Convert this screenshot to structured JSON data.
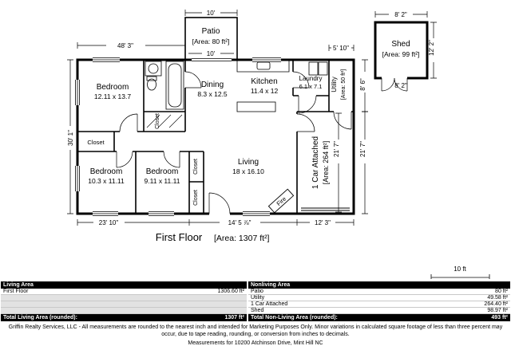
{
  "plan": {
    "title": "First Floor",
    "title_area": "[Area: 1307 ft²]",
    "scale_label": "10 ft",
    "rooms": {
      "patio_name": "Patio",
      "patio_area": "[Area: 80 ft²]",
      "shed_name": "Shed",
      "shed_area": "[Area: 99 ft²]",
      "bedroom1_name": "Bedroom",
      "bedroom1_dims": "12.11 x 13.7",
      "dining_name": "Dining",
      "dining_dims": "8.3 x 12.5",
      "kitchen_name": "Kitchen",
      "kitchen_dims": "11.4 x 12",
      "laundry_name": "Laundry",
      "laundry_dims": "6.1 x 7.1",
      "utility_name": "Utility",
      "utility_area": "[Area: 50 ft²]",
      "bedroom2_name": "Bedroom",
      "bedroom2_dims": "10.3 x 11.11",
      "bedroom3_name": "Bedroom",
      "bedroom3_dims": "9.11 x 11.11",
      "living_name": "Living",
      "living_dims": "18 x 16.10",
      "garage_name": "1 Car Attached",
      "garage_area": "[Area: 264 ft²]",
      "fireplace_label": "Fire",
      "closet_label": "Closet"
    },
    "dims": {
      "house_top": "48' 3\"",
      "patio_width_top": "10'",
      "patio_width_bottom": "10'",
      "utility_width": "5' 10\"",
      "utility_depth": "8' 6\"",
      "house_left": "30' 1\"",
      "garage_height_inner": "21' 7\"",
      "garage_height_outer": "21' 7\"",
      "bottom_left": "23' 10\"",
      "bottom_mid": "14' 5 ⅞\"",
      "garage_width": "12' 3\"",
      "shed_width_top": "8' 2\"",
      "shed_width_bottom": "8' 2\"",
      "shed_depth": "12' 2\""
    }
  },
  "table": {
    "living_header": "Living Area",
    "nonliving_header": "Nonliving Area",
    "living_rows": [
      {
        "label": "First Floor",
        "value": "1306.60 ft²"
      }
    ],
    "nonliving_rows": [
      {
        "label": "Patio",
        "value": "80 ft²"
      },
      {
        "label": "Utility",
        "value": "49.58 ft²"
      },
      {
        "label": "1 Car Attached",
        "value": "264.40 ft²"
      },
      {
        "label": "Shed",
        "value": "98.97 ft²"
      }
    ],
    "total_living_label": "Total Living Area (rounded):",
    "total_living_value": "1307 ft²",
    "total_nonliving_label": "Total Non-Living Area (rounded):",
    "total_nonliving_value": "493 ft²"
  },
  "footer": {
    "disclaimer": "Griffin Realty Services, LLC - All measurements are rounded to the nearest inch and intended for Marketing Purposes Only.  Minor variations in calculated square footage of less than three percent may occur, due to tape reading, rounding, or conversion from inches to decimals.",
    "address": "Measurements for 10200 Atchinson Drive, Mint Hill NC"
  }
}
